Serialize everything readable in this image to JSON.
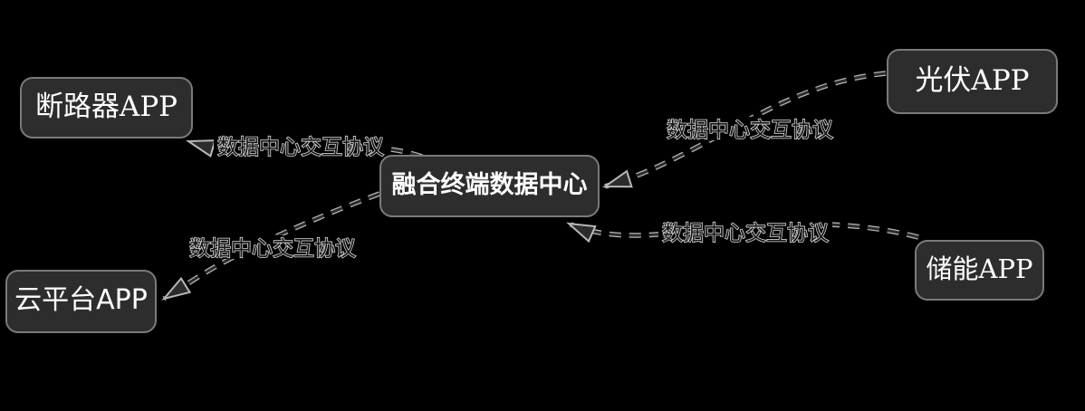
{
  "diagram": {
    "nodes": [
      {
        "id": "breaker",
        "label": "断路器APP"
      },
      {
        "id": "pv",
        "label": "光伏APP"
      },
      {
        "id": "datacenter",
        "label": "融合终端数据中心"
      },
      {
        "id": "storage",
        "label": "储能APP"
      },
      {
        "id": "cloud",
        "label": "云平台APP"
      }
    ],
    "edges": [
      {
        "from": "datacenter",
        "to": "breaker",
        "label": "数据中心交互协议",
        "style": "dashed-arrow"
      },
      {
        "from": "pv",
        "to": "datacenter",
        "label": "数据中心交互协议",
        "style": "dashed-arrow"
      },
      {
        "from": "datacenter",
        "to": "cloud",
        "label": "数据中心交互协议",
        "style": "dashed-arrow"
      },
      {
        "from": "storage",
        "to": "datacenter",
        "label": "数据中心交互协议",
        "style": "dashed-arrow"
      }
    ],
    "colors": {
      "background": "#000000",
      "node_fill": "#2d2d2d",
      "node_border": "#7a7a7a",
      "node_text": "#ffffff",
      "edge_dark": "#2c2c2c",
      "edge_light": "#b8b8b8",
      "label_fill": "#161616",
      "label_outline": "#d6d6d6"
    }
  }
}
